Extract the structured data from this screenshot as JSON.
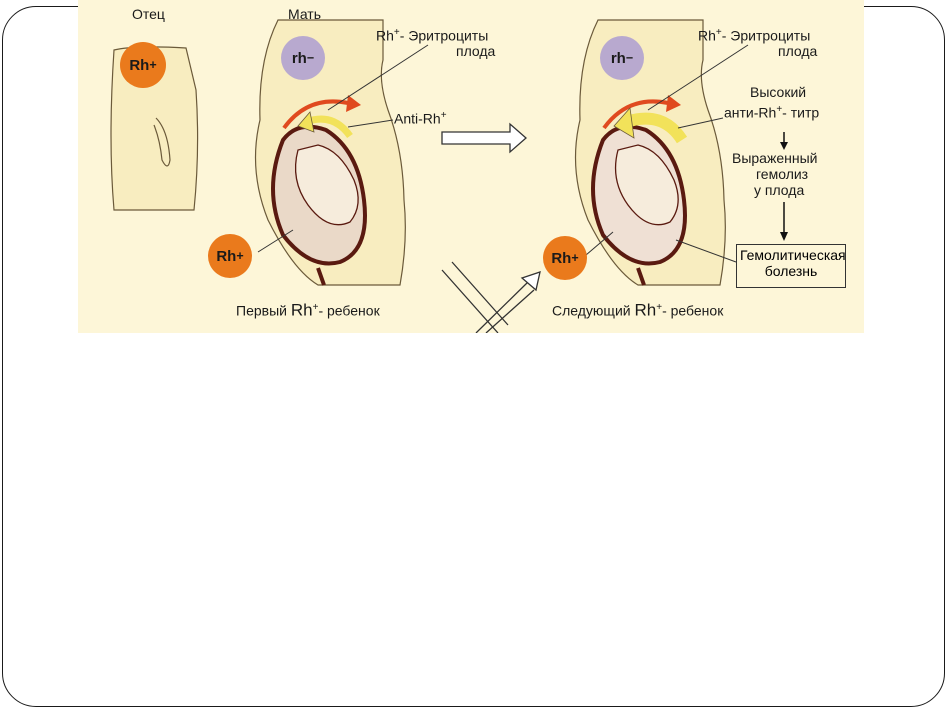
{
  "labels": {
    "father": "Отец",
    "mother": "Мать",
    "rh_pos": "Rh",
    "rh_neg": "rh",
    "plus": "+",
    "minus": "−",
    "rbc_first": "- Эритроциты",
    "rbc_first_2": "плода",
    "anti_rh": "Anti-Rh",
    "rbc_second": "- Эритроциты",
    "rbc_second_2": "плода",
    "high_1": "Высокий",
    "high_2a": "анти-Rh",
    "high_2b": "- титр",
    "hemolysis_1": "Выраженный",
    "hemolysis_2": "гемолиз",
    "hemolysis_3": "у плода",
    "disease_1": "Гемолитическая",
    "disease_2": "болезнь",
    "first_child_a": "Первый",
    "first_child_b": "- ребенок",
    "next_child_a": "Следующий",
    "next_child_b": "- ребенок"
  },
  "colors": {
    "background": "#fdf6d8",
    "rh_positive": "#ea7a1c",
    "rh_negative": "#b8a9cf",
    "arrow_red": "#e04a1f",
    "arrow_yellow": "#f2e25a",
    "uterus": "#5a1a10"
  }
}
